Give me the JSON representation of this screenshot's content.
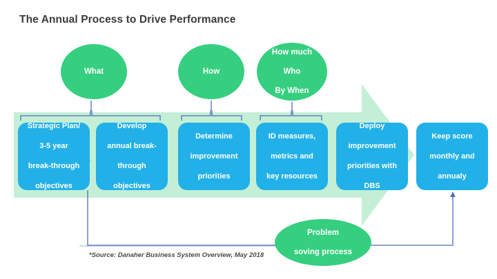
{
  "title": "The Annual Process to Drive Performance",
  "colors": {
    "green": "#35cf7f",
    "blue": "#22b0e8",
    "pale_green_band": "#c3efd6",
    "connector_blue": "#4d6bbd",
    "title_text": "#3b3b3b"
  },
  "question_ellipses": [
    {
      "id": "what",
      "lines": [
        "What"
      ]
    },
    {
      "id": "how",
      "lines": [
        "How"
      ]
    },
    {
      "id": "how-much",
      "lines": [
        "How much",
        "Who",
        "By When"
      ]
    }
  ],
  "process_steps": [
    {
      "id": "1",
      "lines": [
        "Strategic Plan/",
        "3-5 year",
        "break-through",
        "objectives"
      ]
    },
    {
      "id": "2",
      "lines": [
        "Develop",
        "annual break-",
        "through",
        "objectives"
      ]
    },
    {
      "id": "3",
      "lines": [
        "Determine",
        "improvement",
        "priorities"
      ]
    },
    {
      "id": "4",
      "lines": [
        "ID measures,",
        "metrics and",
        "key resources"
      ]
    },
    {
      "id": "5",
      "lines": [
        "Deploy",
        "improvement",
        "priorities with",
        "DBS"
      ]
    },
    {
      "id": "6",
      "lines": [
        "Keep score",
        "monthly and",
        "annualy"
      ]
    }
  ],
  "feedback_ellipse": {
    "lines": [
      "Problem",
      "soving process"
    ]
  },
  "source_note": "*Source: Danaher Business System Overview, May 2018"
}
